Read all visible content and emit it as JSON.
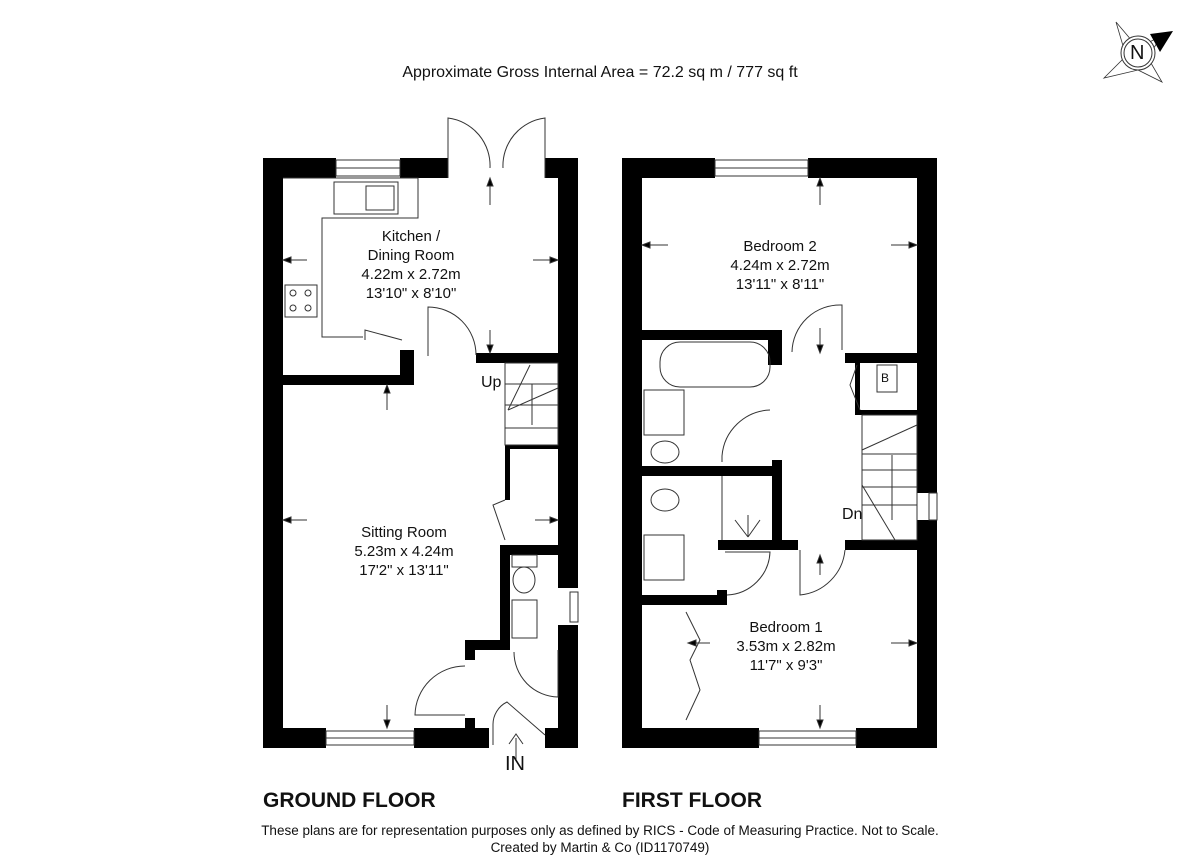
{
  "header": {
    "gross_internal_area": "Approximate Gross Internal Area = 72.2 sq m / 777 sq ft",
    "compass_label": "N"
  },
  "ground_floor": {
    "title": "GROUND FLOOR",
    "rooms": [
      {
        "name": "Kitchen /",
        "name2": "Dining Room",
        "metric": "4.22m x 2.72m",
        "imperial": "13'10\" x 8'10\""
      },
      {
        "name": "Sitting Room",
        "metric": "5.23m x 4.24m",
        "imperial": "17'2\" x 13'11\""
      }
    ],
    "stairs_label": "Up",
    "entrance_label": "IN"
  },
  "first_floor": {
    "title": "FIRST FLOOR",
    "rooms": [
      {
        "name": "Bedroom 2",
        "metric": "4.24m x 2.72m",
        "imperial": "13'11\" x 8'11\""
      },
      {
        "name": "Bedroom 1",
        "metric": "3.53m x 2.82m",
        "imperial": "11'7\" x 9'3\""
      }
    ],
    "stairs_label": "Dn",
    "boiler_label": "B"
  },
  "footer": {
    "disclaimer": "These plans are for representation purposes only as defined by RICS - Code of Measuring Practice. Not to Scale.",
    "credit": "Created by Martin & Co (ID1170749)"
  },
  "colors": {
    "wall": "#000000",
    "line": "#333333",
    "background": "#ffffff"
  }
}
